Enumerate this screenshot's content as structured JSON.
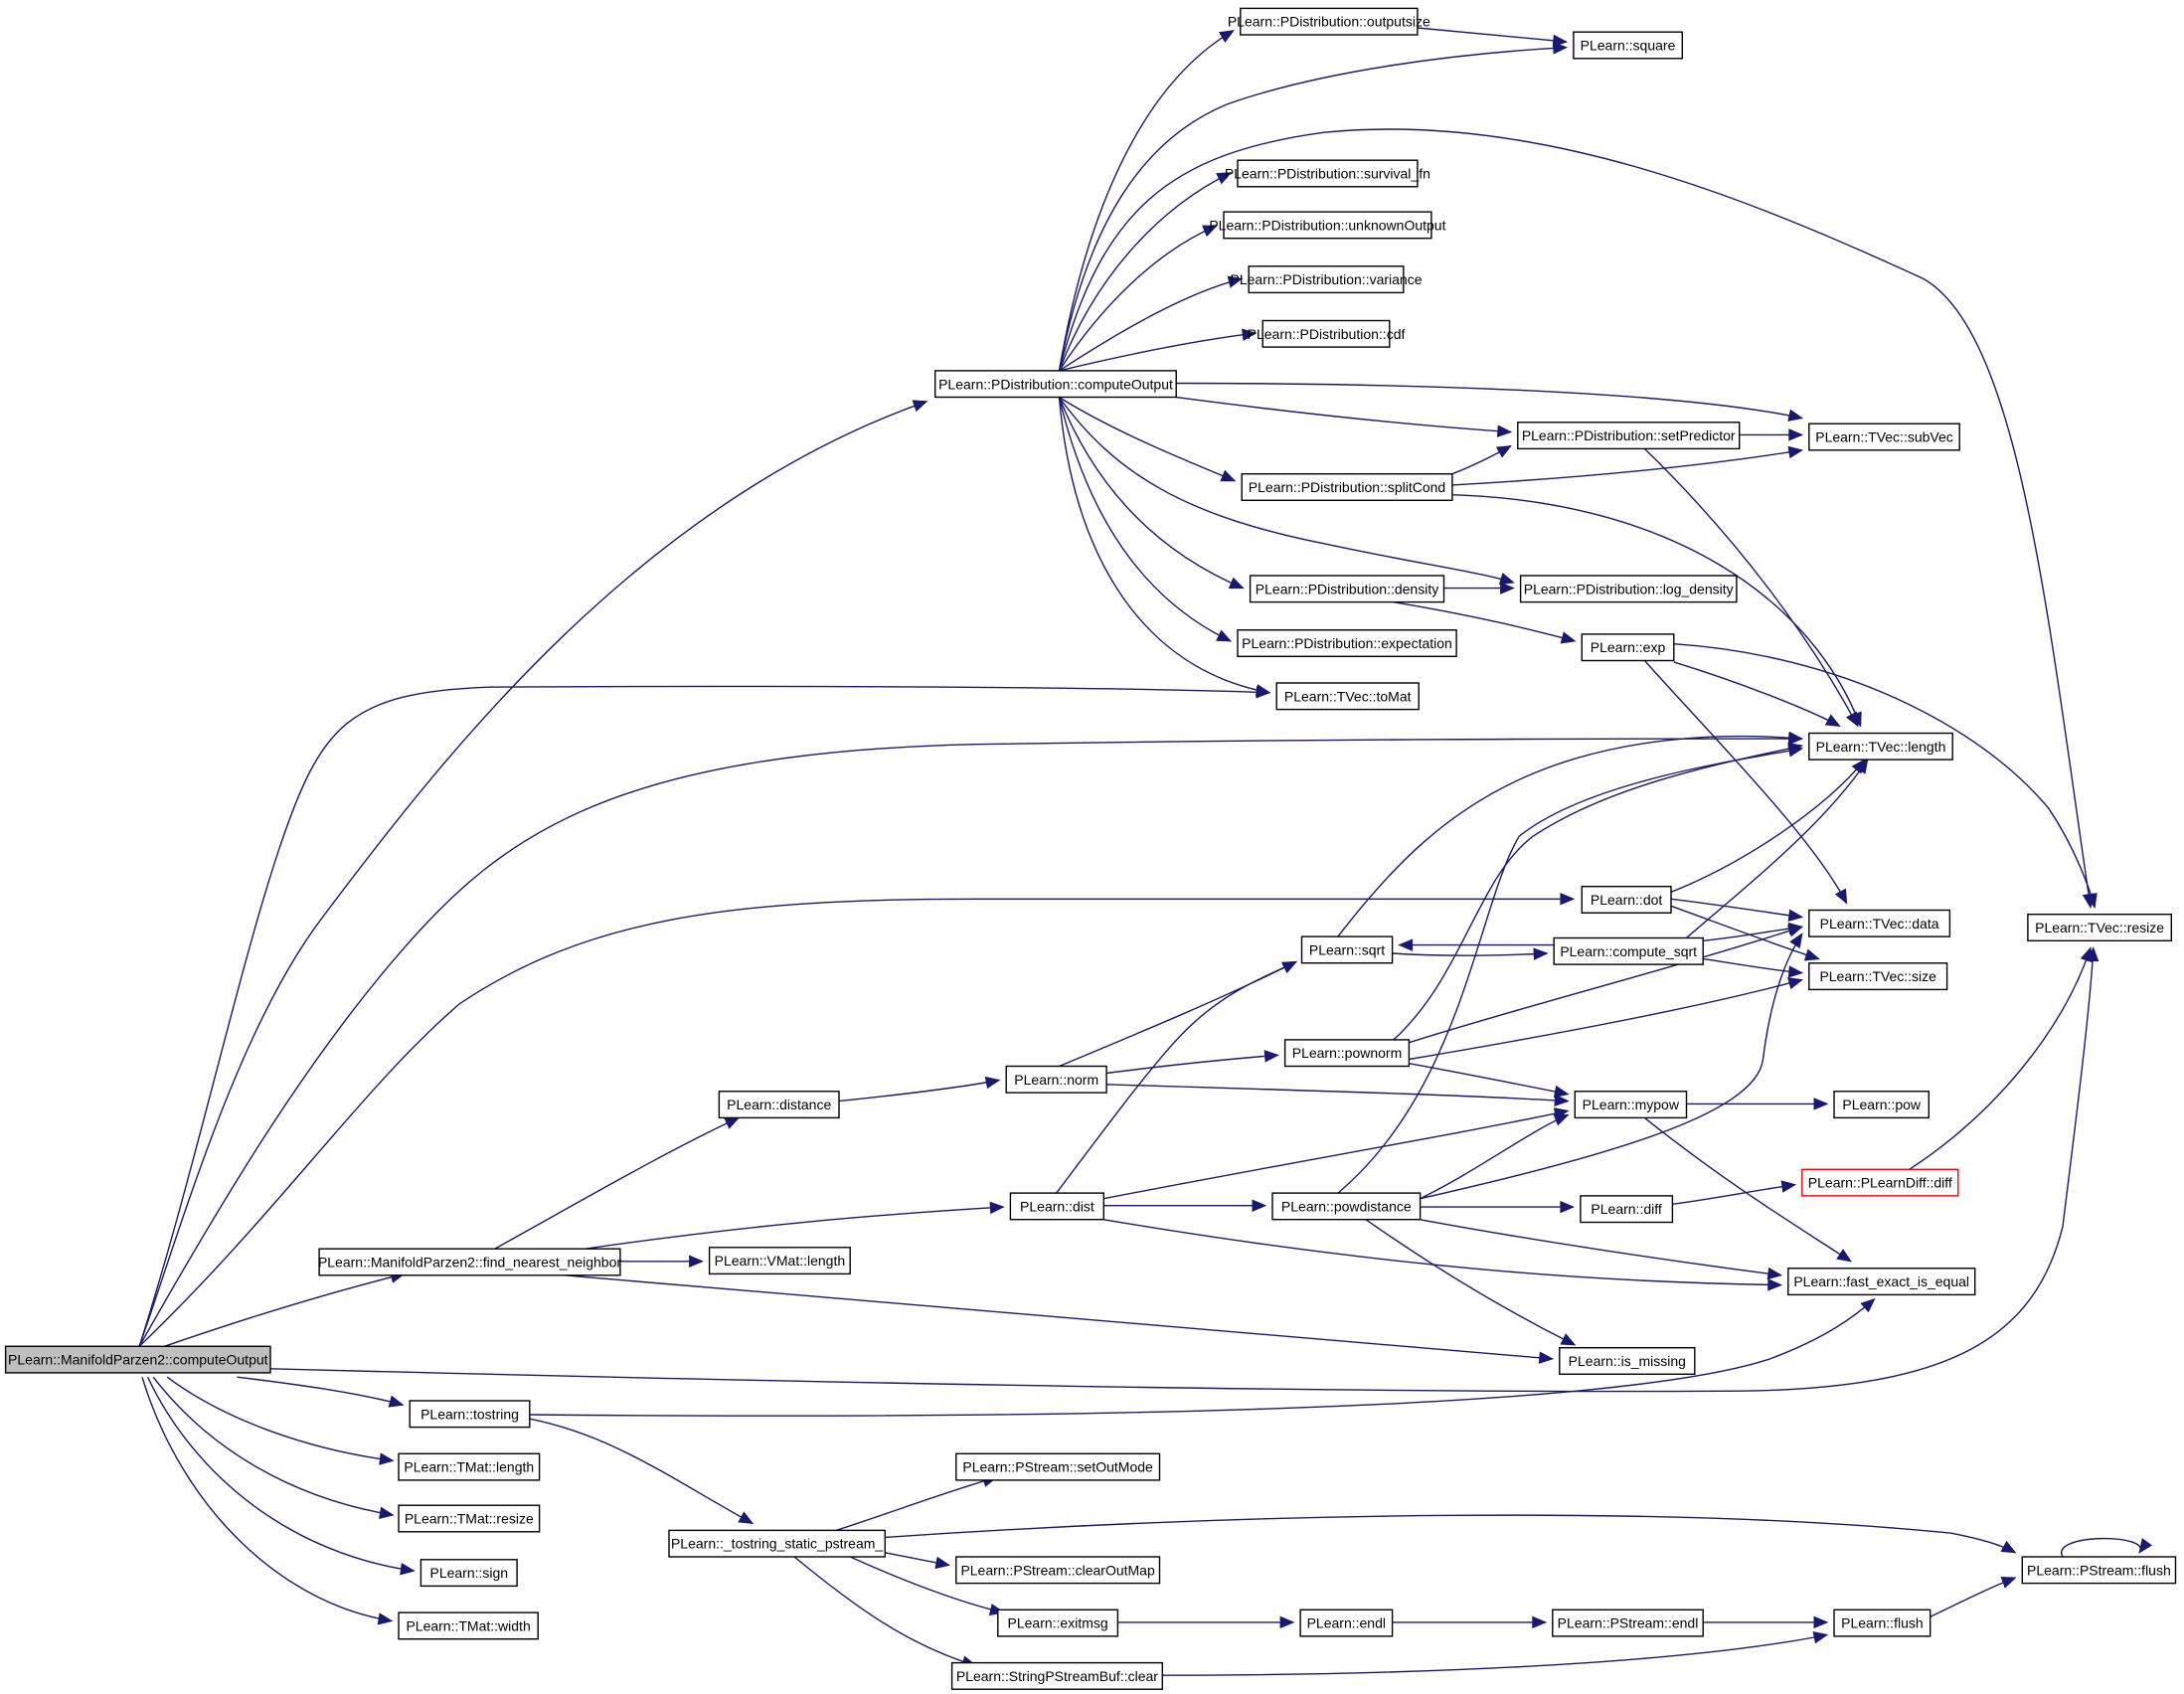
{
  "graph": {
    "nodes": [
      {
        "id": "root",
        "label": "PLearn::ManifoldParzen2::computeOutput",
        "style": "root"
      },
      {
        "id": "pd_out",
        "label": "PLearn::PDistribution::outputsize"
      },
      {
        "id": "square",
        "label": "PLearn::square"
      },
      {
        "id": "survival",
        "label": "PLearn::PDistribution::survival_fn"
      },
      {
        "id": "unknown",
        "label": "PLearn::PDistribution::unknownOutput"
      },
      {
        "id": "variance",
        "label": "PLearn::PDistribution::variance"
      },
      {
        "id": "cdf",
        "label": "PLearn::PDistribution::cdf"
      },
      {
        "id": "pd_co",
        "label": "PLearn::PDistribution::computeOutput"
      },
      {
        "id": "setpred",
        "label": "PLearn::PDistribution::setPredictor"
      },
      {
        "id": "subvec",
        "label": "PLearn::TVec::subVec"
      },
      {
        "id": "splitcond",
        "label": "PLearn::PDistribution::splitCond"
      },
      {
        "id": "density",
        "label": "PLearn::PDistribution::density"
      },
      {
        "id": "logdens",
        "label": "PLearn::PDistribution::log_density"
      },
      {
        "id": "expect",
        "label": "PLearn::PDistribution::expectation"
      },
      {
        "id": "exp",
        "label": "PLearn::exp"
      },
      {
        "id": "tomat",
        "label": "PLearn::TVec::toMat"
      },
      {
        "id": "tvlen",
        "label": "PLearn::TVec::length"
      },
      {
        "id": "dot",
        "label": "PLearn::dot"
      },
      {
        "id": "tvdata",
        "label": "PLearn::TVec::data"
      },
      {
        "id": "tvresize",
        "label": "PLearn::TVec::resize"
      },
      {
        "id": "sqrt",
        "label": "PLearn::sqrt"
      },
      {
        "id": "csqrt",
        "label": "PLearn::compute_sqrt"
      },
      {
        "id": "tvsize",
        "label": "PLearn::TVec::size"
      },
      {
        "id": "pownorm",
        "label": "PLearn::pownorm"
      },
      {
        "id": "norm",
        "label": "PLearn::norm"
      },
      {
        "id": "distance",
        "label": "PLearn::distance"
      },
      {
        "id": "mypow",
        "label": "PLearn::mypow"
      },
      {
        "id": "pow",
        "label": "PLearn::pow"
      },
      {
        "id": "pdiff",
        "label": "PLearn::PLearnDiff::diff",
        "style": "red"
      },
      {
        "id": "dist",
        "label": "PLearn::dist"
      },
      {
        "id": "powdist",
        "label": "PLearn::powdistance"
      },
      {
        "id": "diff",
        "label": "PLearn::diff"
      },
      {
        "id": "fnn",
        "label": "PLearn::ManifoldParzen2::find_nearest_neighbor"
      },
      {
        "id": "vmlen",
        "label": "PLearn::VMat::length"
      },
      {
        "id": "feq",
        "label": "PLearn::fast_exact_is_equal"
      },
      {
        "id": "ismiss",
        "label": "PLearn::is_missing"
      },
      {
        "id": "tostring",
        "label": "PLearn::tostring"
      },
      {
        "id": "tmlen",
        "label": "PLearn::TMat::length"
      },
      {
        "id": "tmresize",
        "label": "PLearn::TMat::resize"
      },
      {
        "id": "sign",
        "label": "PLearn::sign"
      },
      {
        "id": "tmwidth",
        "label": "PLearn::TMat::width"
      },
      {
        "id": "setoutmode",
        "label": "PLearn::PStream::setOutMode"
      },
      {
        "id": "tsp",
        "label": "PLearn::_tostring_static_pstream_"
      },
      {
        "id": "clearoutmap",
        "label": "PLearn::PStream::clearOutMap"
      },
      {
        "id": "exitmsg",
        "label": "PLearn::exitmsg"
      },
      {
        "id": "endl",
        "label": "PLearn::endl"
      },
      {
        "id": "psendl",
        "label": "PLearn::PStream::endl"
      },
      {
        "id": "flush",
        "label": "PLearn::flush"
      },
      {
        "id": "psflush",
        "label": "PLearn::PStream::flush"
      },
      {
        "id": "spclear",
        "label": "PLearn::StringPStreamBuf::clear"
      }
    ],
    "edges": [
      [
        "root",
        "pd_co"
      ],
      [
        "root",
        "tomat"
      ],
      [
        "root",
        "tvlen"
      ],
      [
        "root",
        "dot"
      ],
      [
        "root",
        "fnn"
      ],
      [
        "root",
        "tvresize"
      ],
      [
        "root",
        "tostring"
      ],
      [
        "root",
        "tmlen"
      ],
      [
        "root",
        "tmresize"
      ],
      [
        "root",
        "sign"
      ],
      [
        "root",
        "tmwidth"
      ],
      [
        "pd_co",
        "pd_out"
      ],
      [
        "pd_co",
        "square"
      ],
      [
        "pd_co",
        "tvresize"
      ],
      [
        "pd_co",
        "survival"
      ],
      [
        "pd_co",
        "unknown"
      ],
      [
        "pd_co",
        "variance"
      ],
      [
        "pd_co",
        "cdf"
      ],
      [
        "pd_co",
        "subvec"
      ],
      [
        "pd_co",
        "setpred"
      ],
      [
        "pd_co",
        "splitcond"
      ],
      [
        "pd_co",
        "logdens"
      ],
      [
        "pd_co",
        "density"
      ],
      [
        "pd_co",
        "expect"
      ],
      [
        "pd_co",
        "tomat"
      ],
      [
        "pd_out",
        "square"
      ],
      [
        "setpred",
        "subvec"
      ],
      [
        "setpred",
        "tvlen"
      ],
      [
        "splitcond",
        "setpred"
      ],
      [
        "splitcond",
        "subvec"
      ],
      [
        "splitcond",
        "tvlen"
      ],
      [
        "density",
        "logdens"
      ],
      [
        "density",
        "exp"
      ],
      [
        "exp",
        "tvlen"
      ],
      [
        "exp",
        "tvdata"
      ],
      [
        "exp",
        "tvresize"
      ],
      [
        "dot",
        "tvlen"
      ],
      [
        "dot",
        "tvdata"
      ],
      [
        "dot",
        "tvsize"
      ],
      [
        "sqrt",
        "tvlen"
      ],
      [
        "sqrt",
        "csqrt"
      ],
      [
        "csqrt",
        "sqrt"
      ],
      [
        "csqrt",
        "tvlen"
      ],
      [
        "csqrt",
        "tvdata"
      ],
      [
        "csqrt",
        "tvsize"
      ],
      [
        "pownorm",
        "tvlen"
      ],
      [
        "pownorm",
        "tvdata"
      ],
      [
        "pownorm",
        "tvsize"
      ],
      [
        "pownorm",
        "mypow"
      ],
      [
        "norm",
        "sqrt"
      ],
      [
        "norm",
        "pownorm"
      ],
      [
        "norm",
        "mypow"
      ],
      [
        "distance",
        "norm"
      ],
      [
        "mypow",
        "pow"
      ],
      [
        "mypow",
        "feq"
      ],
      [
        "pdiff",
        "tvresize"
      ],
      [
        "dist",
        "sqrt"
      ],
      [
        "dist",
        "mypow"
      ],
      [
        "dist",
        "powdist"
      ],
      [
        "dist",
        "feq"
      ],
      [
        "powdist",
        "tvlen"
      ],
      [
        "powdist",
        "tvdata"
      ],
      [
        "powdist",
        "mypow"
      ],
      [
        "powdist",
        "diff"
      ],
      [
        "powdist",
        "feq"
      ],
      [
        "powdist",
        "ismiss"
      ],
      [
        "diff",
        "pdiff"
      ],
      [
        "fnn",
        "distance"
      ],
      [
        "fnn",
        "dist"
      ],
      [
        "fnn",
        "vmlen"
      ],
      [
        "fnn",
        "ismiss"
      ],
      [
        "tostring",
        "feq"
      ],
      [
        "tostring",
        "tsp"
      ],
      [
        "tsp",
        "setoutmode"
      ],
      [
        "tsp",
        "psflush"
      ],
      [
        "tsp",
        "clearoutmap"
      ],
      [
        "tsp",
        "exitmsg"
      ],
      [
        "tsp",
        "spclear"
      ],
      [
        "exitmsg",
        "endl"
      ],
      [
        "endl",
        "psendl"
      ],
      [
        "psendl",
        "flush"
      ],
      [
        "flush",
        "psflush"
      ],
      [
        "psflush",
        "psflush"
      ],
      [
        "spclear",
        "flush"
      ]
    ]
  }
}
